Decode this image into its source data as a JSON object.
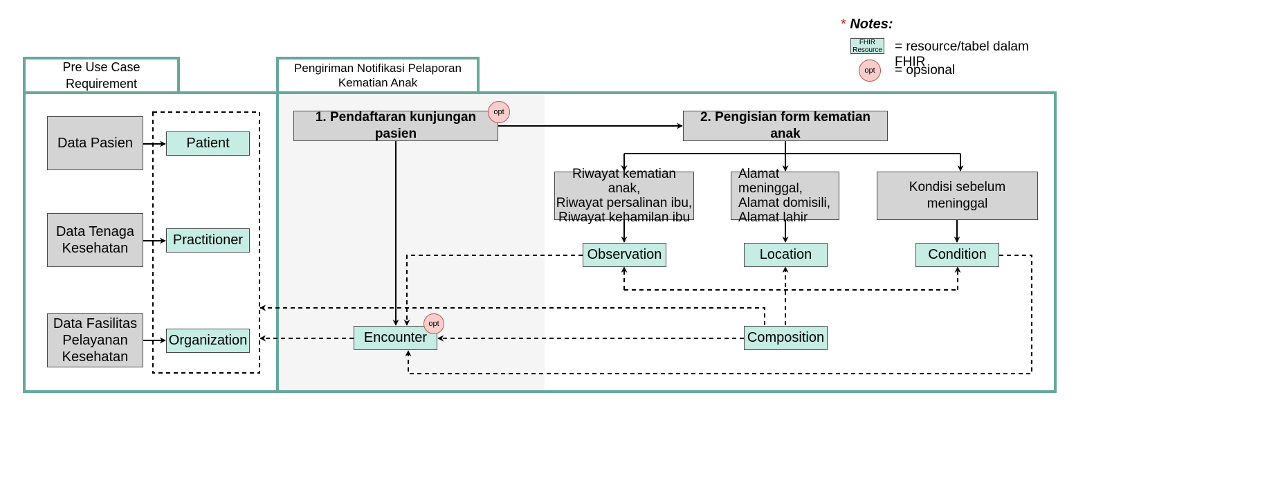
{
  "colors": {
    "frame": "#67a89e",
    "process_fill": "#d4d4d4",
    "fhir_fill": "#c6ede3",
    "opt_fill": "#f8cecc",
    "opt_stroke": "#b85450",
    "shade": "#f5f5f5",
    "notes_star": "#d21a1a"
  },
  "notes": {
    "star": "*",
    "title": "Notes:",
    "fhir_sample": "FHIR\nResource",
    "fhir_desc": "= resource/tabel dalam FHIR",
    "opt_sample": "opt",
    "opt_desc": "= opsional"
  },
  "left_panel": {
    "title": "Pre Use Case Requirement",
    "sources": [
      "Data Pasien",
      "Data Tenaga\nKesehatan",
      "Data Fasilitas\nPelayanan\nKesehatan"
    ],
    "resources": [
      "Patient",
      "Practitioner",
      "Organization"
    ]
  },
  "right_panel": {
    "title": "Pengiriman Notifikasi Pelaporan\nKematian Anak",
    "step1": "1. Pendaftaran kunjungan pasien",
    "step2": "2. Pengisian form kematian anak",
    "details": [
      "Riwayat kematian anak,\nRiwayat persalinan ibu,\nRiwayat kehamilan ibu",
      "Alamat meninggal,\nAlamat domisili,\nAlamat lahir",
      "Kondisi sebelum meninggal"
    ],
    "resources": {
      "observation": "Observation",
      "location": "Location",
      "condition": "Condition",
      "encounter": "Encounter",
      "composition": "Composition"
    },
    "opt_label": "opt"
  }
}
